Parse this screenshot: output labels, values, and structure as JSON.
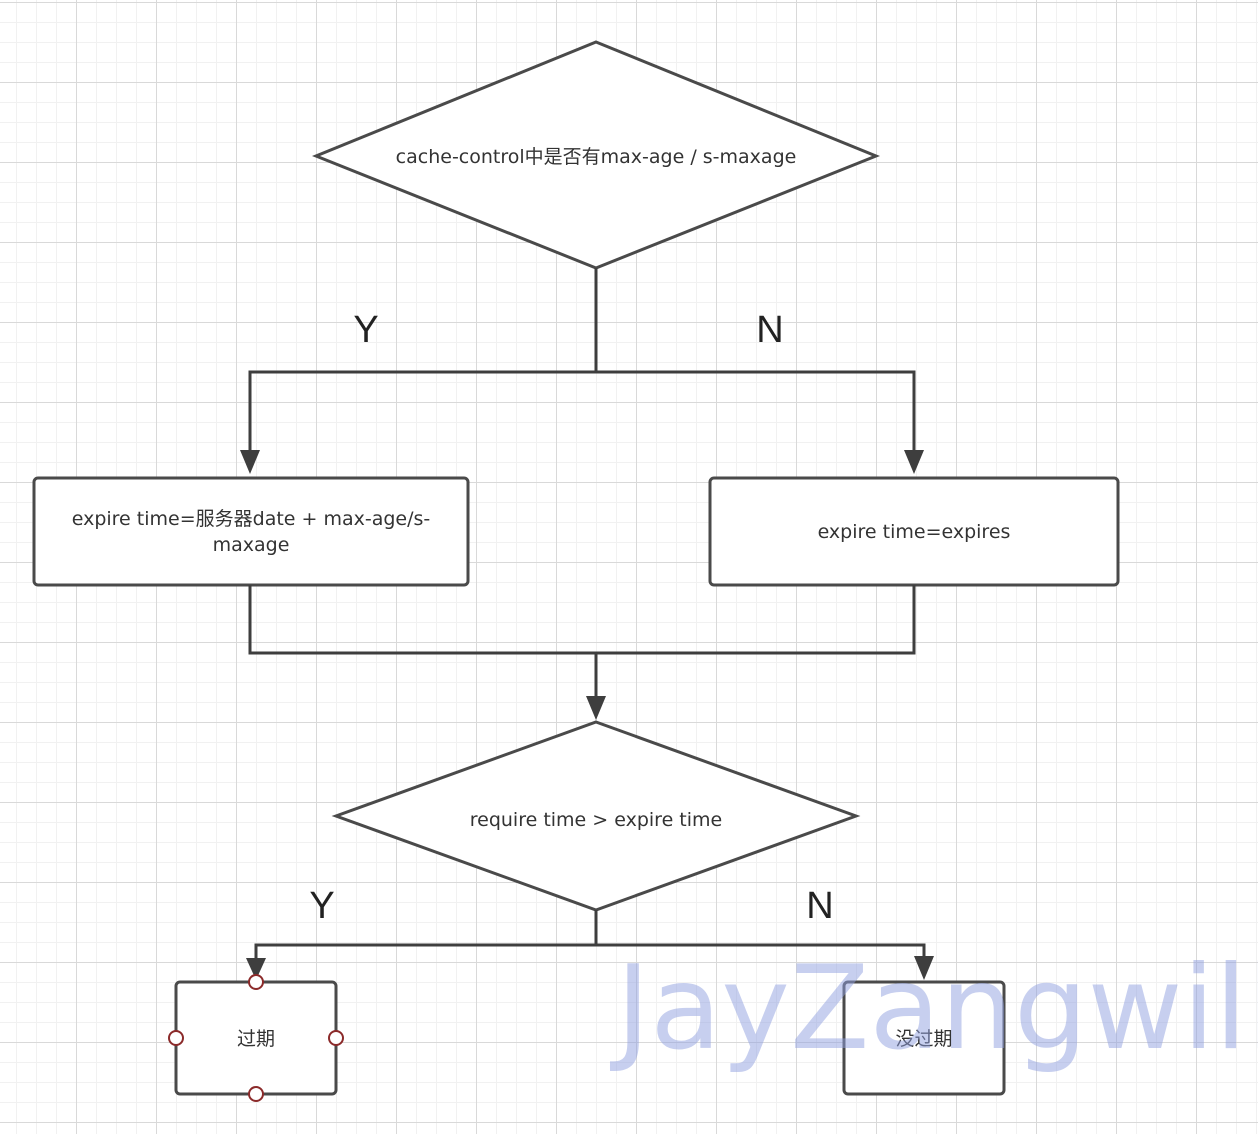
{
  "nodes": {
    "decision1": "cache-control中是否有max-age / s-maxage",
    "box_left_line1": "expire time=服务器date + max-age/s-",
    "box_left_line2": "maxage",
    "box_right": "expire time=expires",
    "decision2": "require time > expire time",
    "result_expired": "过期",
    "result_not_expired": "没过期"
  },
  "branches": {
    "top_yes": "Y",
    "top_no": "N",
    "bottom_yes": "Y",
    "bottom_no": "N"
  },
  "watermark": "JayZangwill",
  "colors": {
    "stroke": "#4a4a4a",
    "grid": "#d9d9d9",
    "handle": "#8b2a2a",
    "watermark": "#8f9fe0"
  }
}
